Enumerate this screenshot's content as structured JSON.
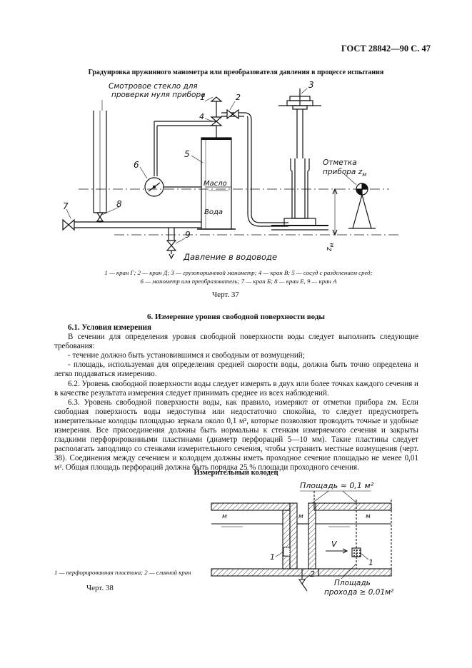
{
  "header": "ГОСТ 28842—90 С. 47",
  "figure37": {
    "title": "Градуировка пружинного манометра или преобразователя давления в процессе испытания",
    "labels": {
      "glass_line1": "Смотровое стекло для",
      "glass_line2": "проверки нуля прибора",
      "n1": "1",
      "n2": "2",
      "n3": "3",
      "n4": "4",
      "n5": "5",
      "n6": "6",
      "n7": "7",
      "n8": "8",
      "n9": "9",
      "oil": "Масло",
      "water": "Вода",
      "mark_line1": "Отметка",
      "mark_line2": "прибора z",
      "mark_sub": "м",
      "zm": "z",
      "zm_sub": "м",
      "pressure": "Давление в водоводе"
    },
    "caption_line1": "1 — кран Г; 2 — кран Д; 3 — грузопоршневой манометр; 4 — кран В; 5 — сосуд с разделением сред;",
    "caption_line2": "6 — манометр или преобразователь; 7 — кран Б; 8 — кран Е, 9 — кран А",
    "chert": "Черт. 37"
  },
  "section": {
    "title": "6. Измерение уровня свободной поверхности воды",
    "p61_head": "6.1. Условия измерения",
    "p61_intro": "В сечении для определения уровня свободной поверхности воды следует выполнить следующие требования:",
    "b1": "- течение должно быть установившимся и свободным от возмущений;",
    "b2": "- площадь, используемая для определения средней скорости воды, должна быть точно определена и легко поддаваться измерению.",
    "p62": "6.2. Уровень свободной поверхности воды следует измерять в двух или более точках каждого сечения и в качестве результата измерения следует принимать среднее из всех наблюдений.",
    "p63": "6.3. Уровень свободной поверхности воды, как правило, измеряют от отметки прибора zм. Если свободная поверхность воды недоступна или недостаточно спокойна, то следует предусмотреть измерительные колодцы площадью зеркала около 0,1 м², которые позволяют проводить точные и удобные измерения. Все присоединения должны быть нормальны к стенкам измеряемого сечения и закрыты гладкими перфорированными пластинами (диаметр перфораций 5—10 мм). Такие пластины следует располагать заподлицо со стенками измерительного сечения, чтобы устранить местные возмущения (черт. 38). Соединения между сечением и колодцем должны иметь проходное сечение площадью не менее 0,01 м². Общая площадь перфораций должна быть порядка 25 % площади проходного сечения."
  },
  "figure38": {
    "title": "Измерительный колодец",
    "labels": {
      "area": "Площадь ≈ 0,1 м²",
      "m1": "м",
      "m2": "м",
      "m3": "м",
      "v": "V",
      "n1a": "1",
      "n1b": "1",
      "n2": "2",
      "pass_line1": "Площадь",
      "pass_line2": "прохода ≥ 0,01м²"
    },
    "caption": "1 — перфорированная пластина; 2 — сливной кран",
    "chert": "Черт. 38"
  }
}
